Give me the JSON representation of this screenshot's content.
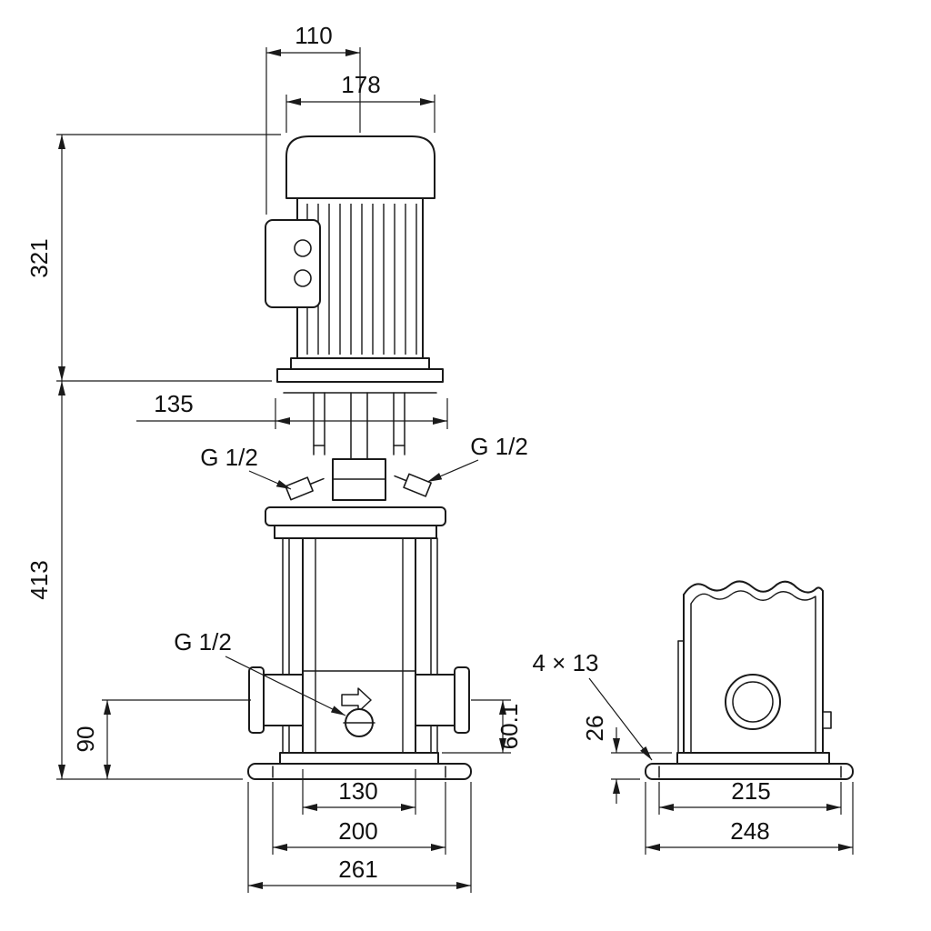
{
  "page": {
    "background": "#ffffff",
    "line_color": "#1a1a1a"
  },
  "front_view": {
    "dim_motor_depth": "110",
    "dim_motor_width": "178",
    "dim_motor_height": "321",
    "dim_head_length": "135",
    "vent_thread_left": "G 1/2",
    "vent_thread_right": "G 1/2",
    "dim_pump_height": "413",
    "drain_thread": "G 1/2",
    "dim_port_height": "90",
    "dim_port_offset": "60.1",
    "dim_inner_width": "130",
    "dim_bolt_span": "200",
    "dim_base_width": "261"
  },
  "side_view": {
    "bolt_holes": "4 × 13",
    "dim_base_height": "26",
    "dim_bolt_span": "215",
    "dim_base_depth": "248"
  }
}
